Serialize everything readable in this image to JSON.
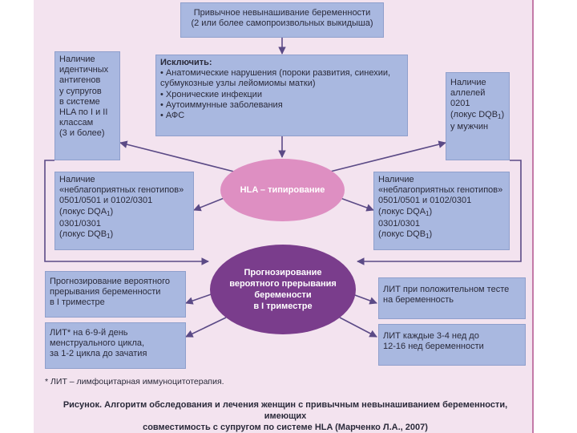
{
  "boxes": {
    "top": "Привычное невынашивание беременности\n(2 или более самопроизвольных выкидыша)",
    "exclude_title": "Исключить:",
    "exclude_items": [
      "• Анатомические нарушения (пороки развития, синехии,",
      "субмукозные узлы лейомиомы матки)",
      "• Хронические инфекции",
      "• Аутоиммунные заболевания",
      "• АФС"
    ],
    "left_identical": "Наличие\nидентичных\nантигенов\nу супругов\nв системе\nHLA по I и II\nклассам\n(3 и более)",
    "right_alleles": [
      "Наличие",
      "аллелей 0201",
      "(локус DQB",
      "1",
      ")",
      "у мужчин"
    ],
    "left_genotypes": [
      "Наличие",
      "«неблагоприятных генотипов»",
      "0501/0501 и 0102/0301",
      "(локус DQA",
      "1",
      ")",
      "0301/0301",
      "(локус DQB",
      "1",
      ")"
    ],
    "right_genotypes": [
      "Наличие",
      "«неблагоприятных генотипов»",
      "0501/0501 и 0102/0301",
      "(локус DQA",
      "1",
      ")",
      "0301/0301",
      "(локус DQB",
      "1",
      ")"
    ],
    "left_forecast": "Прогнозирование вероятного\nпрерывания беременности\nв I триместре",
    "left_lit": "ЛИТ* на 6-9-й день\nменструального цикла,\nза 1-2 цикла до зачатия",
    "right_positive": "ЛИТ при положительном тесте\nна беременность",
    "right_weeks": "ЛИТ каждые 3-4 нед до\n12-16 нед беременности"
  },
  "ellipses": {
    "hla": "HLA – типирование",
    "forecast": "Прогнозирование\nвероятного прерывания\nберемености\nв I триместре"
  },
  "footnote": "* ЛИТ – лимфоцитарная иммуноцитотерапия.",
  "caption": "Рисунок. Алгоритм обследования и лечения женщин с привычным невынашиванием беременности, имеющих\nсовместимость с супругом по системе HLA (Марченко Л.А., 2007)",
  "colors": {
    "panel": "#f3e3ef",
    "box": "#a9b8e0",
    "hla_ellipse": "#de8fc2",
    "forecast_ellipse": "#7a3d8c",
    "line": "#5b4a86"
  }
}
